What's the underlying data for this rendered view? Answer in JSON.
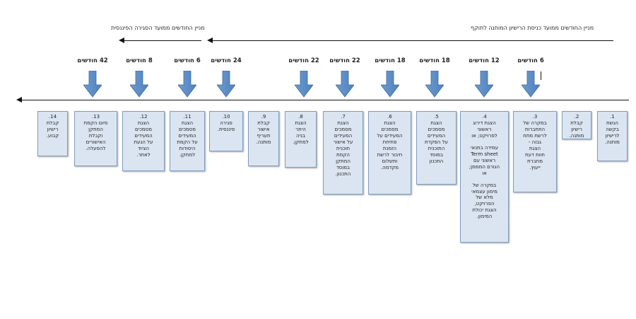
{
  "headers": {
    "right": "מניין החודשים ממועד כניסת הרישיון המותנה לתוקף",
    "left": "מניין החודשים ממועד הסגירה הפיננסית"
  },
  "months": [
    "6 חודשים",
    "12 חודשים",
    "18 חודשים",
    "18 חודשים",
    "22 חודשים",
    "22 חודשים",
    "24 חודשים",
    "6 חודשים",
    "8 חודשים",
    "42 חודשים"
  ],
  "steps": [
    {
      "num": "1.",
      "lines": [
        "הגשת",
        "בקשה",
        "לרישיון",
        "מותנה."
      ]
    },
    {
      "num": "2.",
      "lines": [
        "קבלת",
        "רישיון",
        "מותנה."
      ]
    },
    {
      "num": "3.",
      "lines": [
        "במקרה של",
        "התחברות",
        "לרשת מתח",
        "גבוה -",
        "הצגת",
        "חוות דעת",
        "מחברת",
        "ייעוץ."
      ]
    },
    {
      "num": "4.",
      "lines": [
        "הצגת דירוג",
        "ראשוני",
        "לפרויקט; או",
        "",
        "עמידה בתנאי",
        "Term sheet",
        "ראשוני עם",
        "הגורם המממן;",
        "או",
        "",
        "במקרה של",
        "מימון עצמאי",
        "מלא של",
        "הפרויקט,",
        "הצגת יכולת",
        "המימון."
      ]
    },
    {
      "num": "5.",
      "lines": [
        "הצגת",
        "מסמכים",
        "המעידים",
        "על הפקדת",
        "התוכנית",
        "במוסד",
        "התכנון"
      ]
    },
    {
      "num": "6.",
      "lines": [
        "הצגת",
        "מסמכים",
        "המעידים על",
        "פתיחת",
        "הזמנת",
        "חיבור לרשת",
        "ותשלום",
        "מקדמה."
      ]
    },
    {
      "num": "7.",
      "lines": [
        "הצגת",
        "מסמכים",
        "המעידים",
        "על אישור",
        "תוכנית",
        "הקמת",
        "המתקן",
        "במוסד",
        "התכנון."
      ]
    },
    {
      "num": "8.",
      "lines": [
        "הצגת",
        "היתר",
        "בניה",
        "למתקן."
      ]
    },
    {
      "num": "9.",
      "lines": [
        "קבלת",
        "אישור",
        "תעריף",
        "מותנה."
      ]
    },
    {
      "num": "10.",
      "lines": [
        "סגירה",
        "פיננסית."
      ]
    },
    {
      "num": "11.",
      "lines": [
        "הצגת",
        "מסמכים",
        "המעידים",
        "על הקמת",
        "היסודות",
        "למתקן."
      ]
    },
    {
      "num": "12.",
      "lines": [
        "הצגת",
        "מסמכים",
        "המעידים",
        "על הגעת",
        "הציוד",
        "לאתר."
      ]
    },
    {
      "num": "13.",
      "lines": [
        "סיום הקמת",
        "המתקן",
        "וקבלת",
        "האישורים",
        "להפעלה."
      ]
    },
    {
      "num": "14.",
      "lines": [
        "קבלת",
        "רישיון",
        "קבוע."
      ]
    }
  ],
  "colors": {
    "arrow": "#4f81bd",
    "box_fill": "#dbe5f1",
    "box_border": "#7f9cc0",
    "line": "#111111"
  }
}
